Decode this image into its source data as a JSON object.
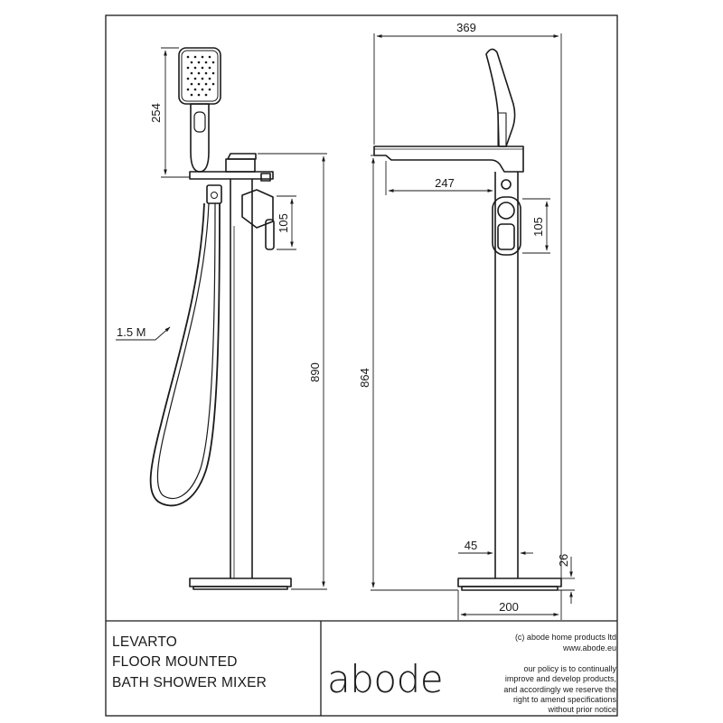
{
  "product": {
    "name": "LEVARTO",
    "line2": "FLOOR MOUNTED",
    "line3": "BATH SHOWER MIXER"
  },
  "brand": {
    "logo": "abode",
    "copyright": "(c) abode home products ltd",
    "website": "www.abode.eu"
  },
  "policy": {
    "lines": [
      "our policy is to continually",
      "improve and develop products,",
      "and accordingly we reserve the",
      "right to amend specifications",
      "without prior notice"
    ]
  },
  "dimensions": {
    "handset_height": "254",
    "hose_length": "1.5 M",
    "lever_height_front": "105",
    "total_height_front": "890",
    "overall_reach": "369",
    "spout_reach": "247",
    "lever_height_side": "105",
    "total_height_side": "864",
    "column_diameter": "45",
    "base_thickness": "26",
    "base_diameter": "200"
  }
}
